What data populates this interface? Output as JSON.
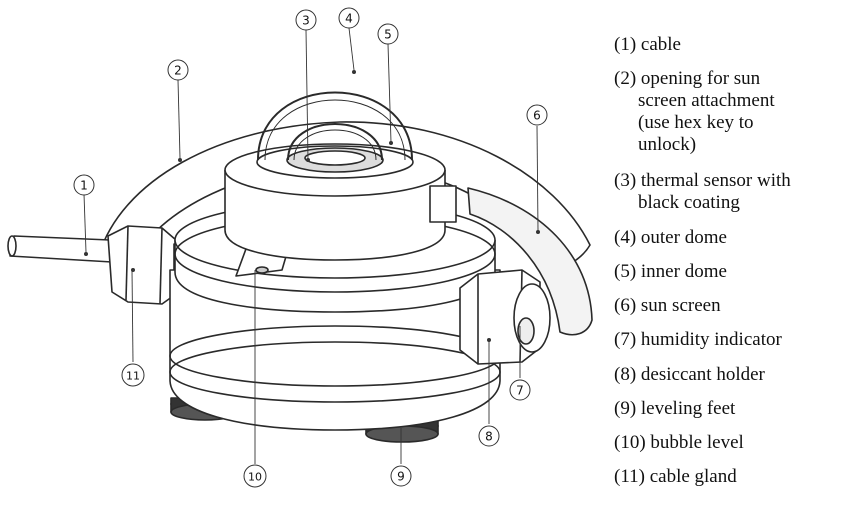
{
  "callouts": [
    "1",
    "2",
    "3",
    "4",
    "5",
    "6",
    "7",
    "8",
    "9",
    "10",
    "11"
  ],
  "legend": [
    {
      "num": "(1)",
      "text": "cable",
      "cont": []
    },
    {
      "num": "(2)",
      "text": "opening for sun",
      "cont": [
        "screen attachment",
        "(use hex key to",
        "unlock)"
      ]
    },
    {
      "num": "(3)",
      "text": "thermal sensor with",
      "cont": [
        "black coating"
      ]
    },
    {
      "num": "(4)",
      "text": "outer dome",
      "cont": []
    },
    {
      "num": "(5)",
      "text": "inner dome",
      "cont": []
    },
    {
      "num": "(6)",
      "text": "sun screen",
      "cont": []
    },
    {
      "num": "(7)",
      "text": "humidity indicator",
      "cont": []
    },
    {
      "num": "(8)",
      "text": "desiccant holder",
      "cont": []
    },
    {
      "num": "(9)",
      "text": "leveling feet",
      "cont": []
    },
    {
      "num": "(10)",
      "text": "bubble level",
      "cont": []
    },
    {
      "num": "(11)",
      "text": "cable gland",
      "cont": []
    }
  ]
}
